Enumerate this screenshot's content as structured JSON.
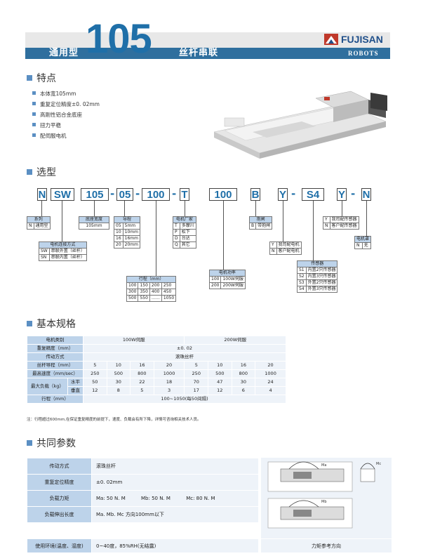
{
  "header": {
    "left_label": "通用型",
    "model": "105",
    "right_label": "丝杆串联",
    "brand": "FUJISAN",
    "brand_sub": "ROBOTS"
  },
  "colors": {
    "accent": "#1f6fa8",
    "header_bar": "#2f6f9e",
    "table_label_bg": "#bdd3ea",
    "table_value_bg": "#eef3f9"
  },
  "features": {
    "title": "特点",
    "items": [
      "本体宽105mm",
      "重复定位精度±0. 02mm",
      "高刚性铝合金底座",
      "扭力平稳",
      "配伺服电机"
    ]
  },
  "selection": {
    "title": "选型",
    "code": [
      "N",
      "SW",
      "105",
      "05",
      "100",
      "T",
      "100",
      "B",
      "Y",
      "S4",
      "Y",
      "N"
    ],
    "series": {
      "header": "系列",
      "rows": [
        [
          "N",
          "通用型"
        ]
      ]
    },
    "connect": {
      "header": "电机连接方式",
      "rows": [
        [
          "SW",
          "串联外置（丝杆）"
        ],
        [
          "SN",
          "串联内置（丝杆）"
        ]
      ]
    },
    "width": {
      "header": "底座宽度",
      "value": "105mm"
    },
    "lead": {
      "header": "导程",
      "rows": [
        [
          "05",
          "5mm"
        ],
        [
          "10",
          "10mm"
        ],
        [
          "16",
          "16mm"
        ],
        [
          "20",
          "20mm"
        ]
      ]
    },
    "stroke": {
      "header": "行程（mm）",
      "rows": [
        [
          "100",
          "150",
          "200",
          "250"
        ],
        [
          "300",
          "350",
          "400",
          "450"
        ],
        [
          "500",
          "550",
          "……",
          "1050"
        ]
      ]
    },
    "maker": {
      "header": "电机厂家",
      "rows": [
        [
          "T",
          "多摩川"
        ],
        [
          "P",
          "松下"
        ],
        [
          "D",
          "台达"
        ],
        [
          "Q",
          "其它"
        ]
      ]
    },
    "power": {
      "header": "电机功率",
      "rows": [
        [
          "100",
          "100W伺服"
        ],
        [
          "200",
          "200W伺服"
        ]
      ]
    },
    "brake": {
      "header": "抱闸",
      "rows": [
        [
          "B",
          "带抱闸"
        ]
      ]
    },
    "motor_cfg": {
      "rows": [
        [
          "Y",
          "我司配电机"
        ],
        [
          "N",
          "客户配电机"
        ]
      ]
    },
    "sensor": {
      "header": "传感器",
      "rows": [
        [
          "S1",
          "内置2只传感器"
        ],
        [
          "S2",
          "内置3只传感器"
        ],
        [
          "S3",
          "外置2只传感器"
        ],
        [
          "S4",
          "外置3只传感器"
        ]
      ]
    },
    "sensor_cfg": {
      "rows": [
        [
          "Y",
          "我司配传感器"
        ],
        [
          "N",
          "客户配传感器"
        ]
      ]
    },
    "cover": {
      "header": "电机罩",
      "rows": [
        [
          "N",
          "无"
        ]
      ]
    }
  },
  "spec": {
    "title": "基本规格",
    "motor_type_label": "电机类别",
    "motor_100": "100W伺服",
    "motor_200": "200W伺服",
    "precision_label": "重复精度（mm）",
    "precision_value": "±0. 02",
    "drive_label": "传动方式",
    "drive_value": "滚珠丝杆",
    "lead_label": "丝杆导程（mm）",
    "leads": [
      "5",
      "10",
      "16",
      "20",
      "5",
      "10",
      "16",
      "20"
    ],
    "speed_label": "最高速度（mm/sec）",
    "speeds": [
      "250",
      "500",
      "800",
      "1000",
      "250",
      "500",
      "800",
      "1000"
    ],
    "load_label": "最大负载（kg）",
    "horizontal_label": "水平",
    "horizontal": [
      "50",
      "30",
      "22",
      "18",
      "70",
      "47",
      "30",
      "24"
    ],
    "vertical_label": "垂直",
    "vertical": [
      "12",
      "8",
      "5",
      "3",
      "17",
      "12",
      "6",
      "4"
    ],
    "stroke_label": "行程（mm）",
    "stroke_value": "100~1050(每50间隔)",
    "note": "注：行程超过600mm,在保证重复精度的前提下，速度、负载会有所下降，详情可咨询相关技术人员。"
  },
  "common": {
    "title": "共同参数",
    "rows": [
      {
        "label": "传动方式",
        "value": "滚珠丝杆"
      },
      {
        "label": "重复定位精度",
        "value": "±0. 02mm"
      },
      {
        "label": "负载力矩",
        "value": "Ma: 50 N. M          Mb: 50 N. M          Mc: 80 N. M"
      },
      {
        "label": "负载伸出长度",
        "value": "Ma. Mb. Mc 方向100mm以下"
      },
      {
        "label": "使用环境(温度、湿度)",
        "value": "0~40度，85%RH(无结露)"
      }
    ],
    "diagram_caption": "力矩参考方向",
    "diagram_labels": {
      "ma": "Ma",
      "mb": "Mb",
      "mc": "Mc"
    }
  }
}
